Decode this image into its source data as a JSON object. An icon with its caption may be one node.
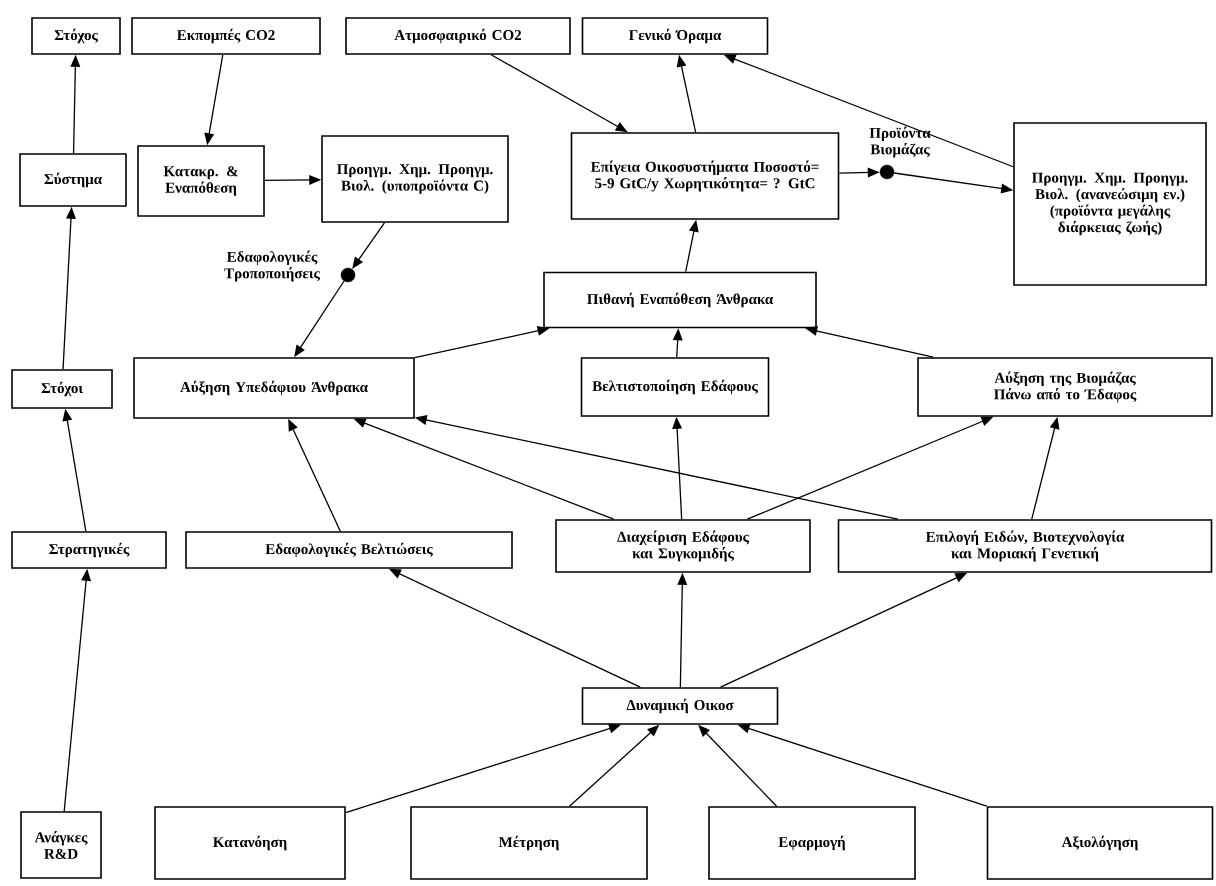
{
  "diagram": {
    "nodes": [
      {
        "text": [
          "Στόχος"
        ]
      },
      {
        "text": [
          "Εκπομπές CO2"
        ]
      },
      {
        "text": [
          "Ατμοσφαιρικό CO2"
        ]
      },
      {
        "text": [
          "Γενικό Όραμα"
        ]
      },
      {
        "text": [
          "Σύστημα"
        ]
      },
      {
        "text": [
          "Κατακρ. & Εναπόθεση"
        ]
      },
      {
        "text": [
          "Προηγμ. Χημ. Προηγμ. Βιολ. (υποπροϊόντα C)"
        ]
      },
      {
        "text": [
          "Επίγεια Οικοσυστήματα Ποσοστό= 5-9 GtC/y Χωρητικότητα= ? GtC"
        ]
      },
      {
        "text": [],
        "shape": "circle",
        "beside": [
          "Προϊόντα Βιομάζας"
        ]
      },
      {
        "text": [
          "Προηγμ. Χημ. Προηγμ. Βιολ. (ανανεώσιμη εν.) (προϊόντα μεγάλης διάρκειας ζωής)"
        ]
      },
      {
        "text": [],
        "shape": "circle",
        "beside": [
          "Εδαφολογικές Τροποποιήσεις"
        ]
      },
      {
        "text": [
          "Πιθανή Εναπόθεση Άνθρακα"
        ]
      },
      {
        "text": [
          "Στόχοι"
        ]
      },
      {
        "text": [
          "Αύξηση Υπεδάφιου Άνθρακα"
        ]
      },
      {
        "text": [
          "Βελτιστοποίηση Εδάφους"
        ]
      },
      {
        "text": [
          "Αύξηση της Βιομάζας Πάνω από το Έδαφος"
        ]
      },
      {
        "text": [
          "Στρατηγικές"
        ]
      },
      {
        "text": [
          "Εδαφολογικές Βελτιώσεις"
        ]
      },
      {
        "text": [
          "Διαχείριση Εδάφους και Συγκομιδής"
        ]
      },
      {
        "text": [
          "Επιλογή Ειδών, Βιοτεχνολογία και Μοριακή Γενετική"
        ]
      },
      {
        "text": [
          "Δυναμική Οικοσ"
        ]
      },
      {
        "text": [
          "Ανάγκες R&D"
        ]
      },
      {
        "text": [
          "Κατανόηση"
        ]
      },
      {
        "text": [
          "Μέτρηση"
        ]
      },
      {
        "text": [
          "Εφαρμογή"
        ]
      },
      {
        "text": [
          "Αξιολόγηση"
        ]
      }
    ],
    "edges": [
      {
        "from": 4,
        "to": 0,
        "arrow": "to"
      },
      {
        "from": 12,
        "to": 4,
        "arrow": "to"
      },
      {
        "from": 16,
        "to": 12,
        "arrow": "to"
      },
      {
        "from": 21,
        "to": 16,
        "arrow": "to"
      },
      {
        "from": 1,
        "to": 5,
        "arrow": "to"
      },
      {
        "from": 5,
        "to": 6,
        "arrow": "to"
      },
      {
        "from": 2,
        "to": 7,
        "arrow": "to"
      },
      {
        "from": 6,
        "to": 10,
        "arrow": "to"
      },
      {
        "from": 10,
        "to": 13,
        "arrow": "to"
      },
      {
        "from": 7,
        "to": 3,
        "arrow": "to"
      },
      {
        "from": 7,
        "to": 8,
        "arrow": "to"
      },
      {
        "from": 8,
        "to": 9,
        "arrow": "to"
      },
      {
        "from": 9,
        "to": 3,
        "arrow": "to"
      },
      {
        "from": 11,
        "to": 7,
        "arrow": "to"
      },
      {
        "from": 13,
        "to": 11,
        "arrow": "to"
      },
      {
        "from": 14,
        "to": 11,
        "arrow": "to"
      },
      {
        "from": 15,
        "to": 11,
        "arrow": "to"
      },
      {
        "from": 17,
        "to": 13,
        "arrow": "to"
      },
      {
        "from": 18,
        "to": 13,
        "arrow": "to"
      },
      {
        "from": 18,
        "to": 14,
        "arrow": "to"
      },
      {
        "from": 18,
        "to": 15,
        "arrow": "to"
      },
      {
        "from": 19,
        "to": 13,
        "arrow": "to"
      },
      {
        "from": 19,
        "to": 15,
        "arrow": "to"
      },
      {
        "from": 20,
        "to": 17,
        "arrow": "to"
      },
      {
        "from": 20,
        "to": 18,
        "arrow": "to"
      },
      {
        "from": 20,
        "to": 19,
        "arrow": "to"
      },
      {
        "from": 22,
        "to": 20,
        "arrow": "to"
      },
      {
        "from": 23,
        "to": 20,
        "arrow": "to"
      },
      {
        "from": 24,
        "to": 20,
        "arrow": "to"
      },
      {
        "from": 25,
        "to": 20,
        "arrow": "to"
      }
    ]
  }
}
